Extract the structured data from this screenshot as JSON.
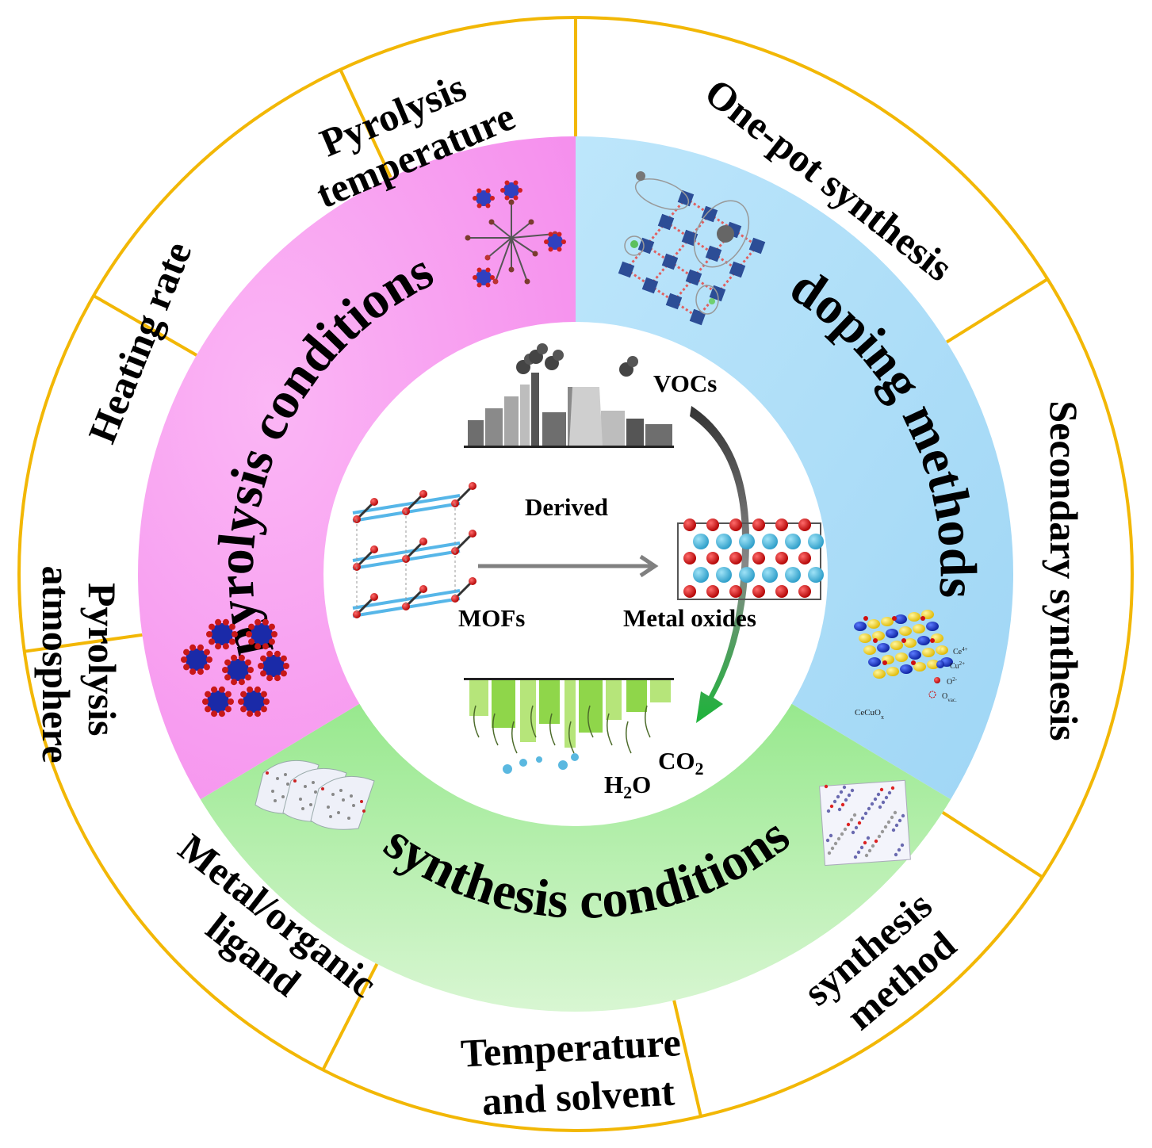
{
  "outer_segments": [
    {
      "id": "pyrolysis-temperature",
      "lines": [
        "Pyrolysis",
        "temperature"
      ]
    },
    {
      "id": "heating-rate",
      "lines": [
        "Heating rate"
      ]
    },
    {
      "id": "pyrolysis-atmosphere",
      "lines": [
        "Pyrolysis",
        "atmosphere"
      ]
    },
    {
      "id": "metal-organic-ligand",
      "lines": [
        "Metal/organic",
        "ligand"
      ]
    },
    {
      "id": "temperature-and-solvent",
      "lines": [
        "Temperature",
        "and solvent"
      ]
    },
    {
      "id": "synthesis-method",
      "lines": [
        "synthesis",
        "method"
      ]
    },
    {
      "id": "secondary-synthesis",
      "lines": [
        "Secondary synthesis"
      ]
    },
    {
      "id": "one-pot-synthesis",
      "lines": [
        "One-pot synthesis"
      ]
    }
  ],
  "ring_sections": {
    "pyrolysis": {
      "label": "pyrolysis conditions",
      "color": "#f9a8f3"
    },
    "doping": {
      "label": "doping methods",
      "color": "#a9dcf7"
    },
    "synthesis": {
      "label": "synthesis conditions",
      "color": "#a8eda0"
    }
  },
  "center": {
    "vocs": "VOCs",
    "derived": "Derived",
    "mofs": "MOFs",
    "metal_oxides": "Metal oxides",
    "h2o": "H",
    "h2o_sub": "2",
    "h2o_o": "O",
    "co2": "CO",
    "co2_sub": "2"
  },
  "cecuo_legend": {
    "ce": "Ce",
    "ce_sup": "4+",
    "cu": "Cu",
    "cu_sup": "2+",
    "o": "O",
    "o_sup": "2-",
    "ovac": "O",
    "ovac_sub": "vac.",
    "formula": "CeCuO",
    "formula_sub": "x"
  },
  "colors": {
    "border": "#f2b705",
    "pyrolysis": "#f9a8f3",
    "doping": "#a9dcf7",
    "synthesis": "#a8eda0"
  }
}
